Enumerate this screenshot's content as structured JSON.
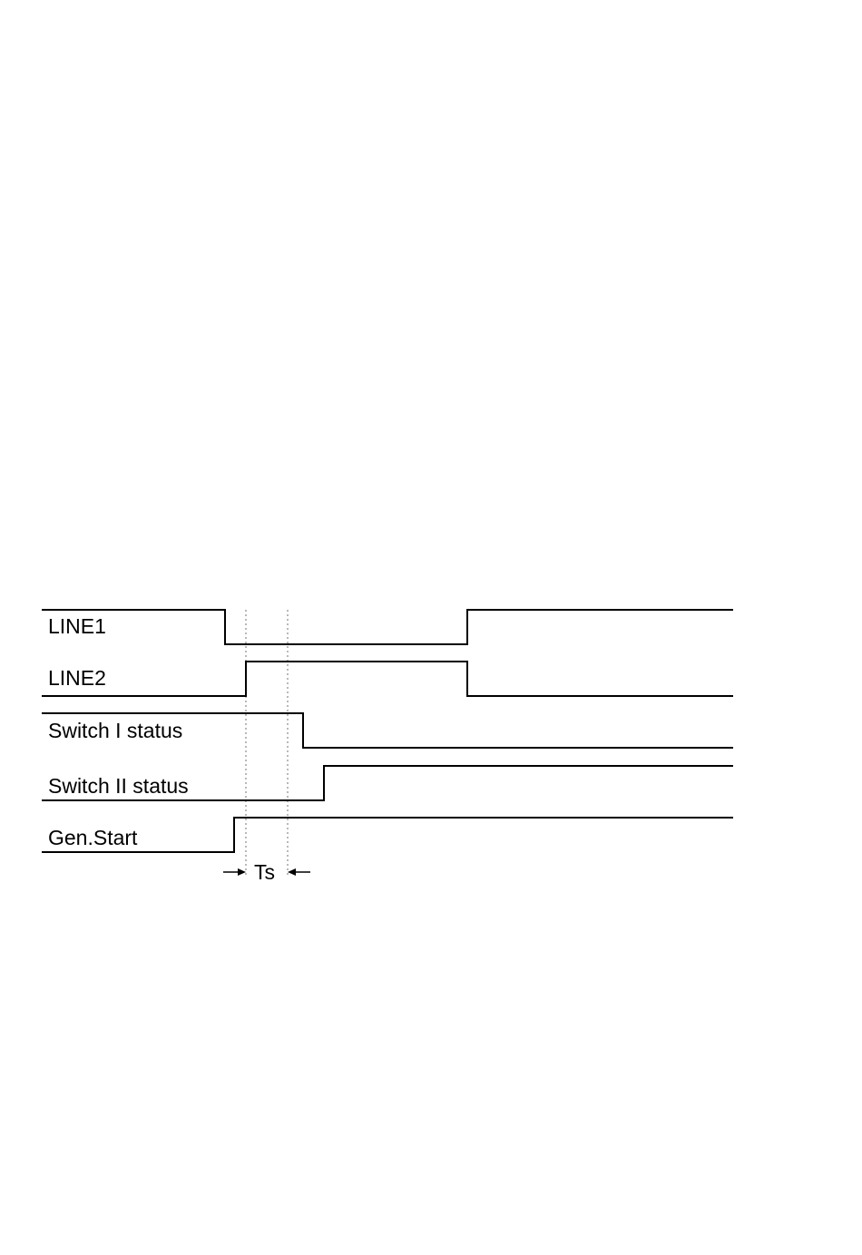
{
  "diagram": {
    "type": "timing-diagram",
    "signals": [
      {
        "name": "LINE1"
      },
      {
        "name": "LINE2"
      },
      {
        "name": "Switch I status"
      },
      {
        "name": "Switch II status"
      },
      {
        "name": "Gen.Start"
      }
    ],
    "interval_label": "Ts"
  }
}
